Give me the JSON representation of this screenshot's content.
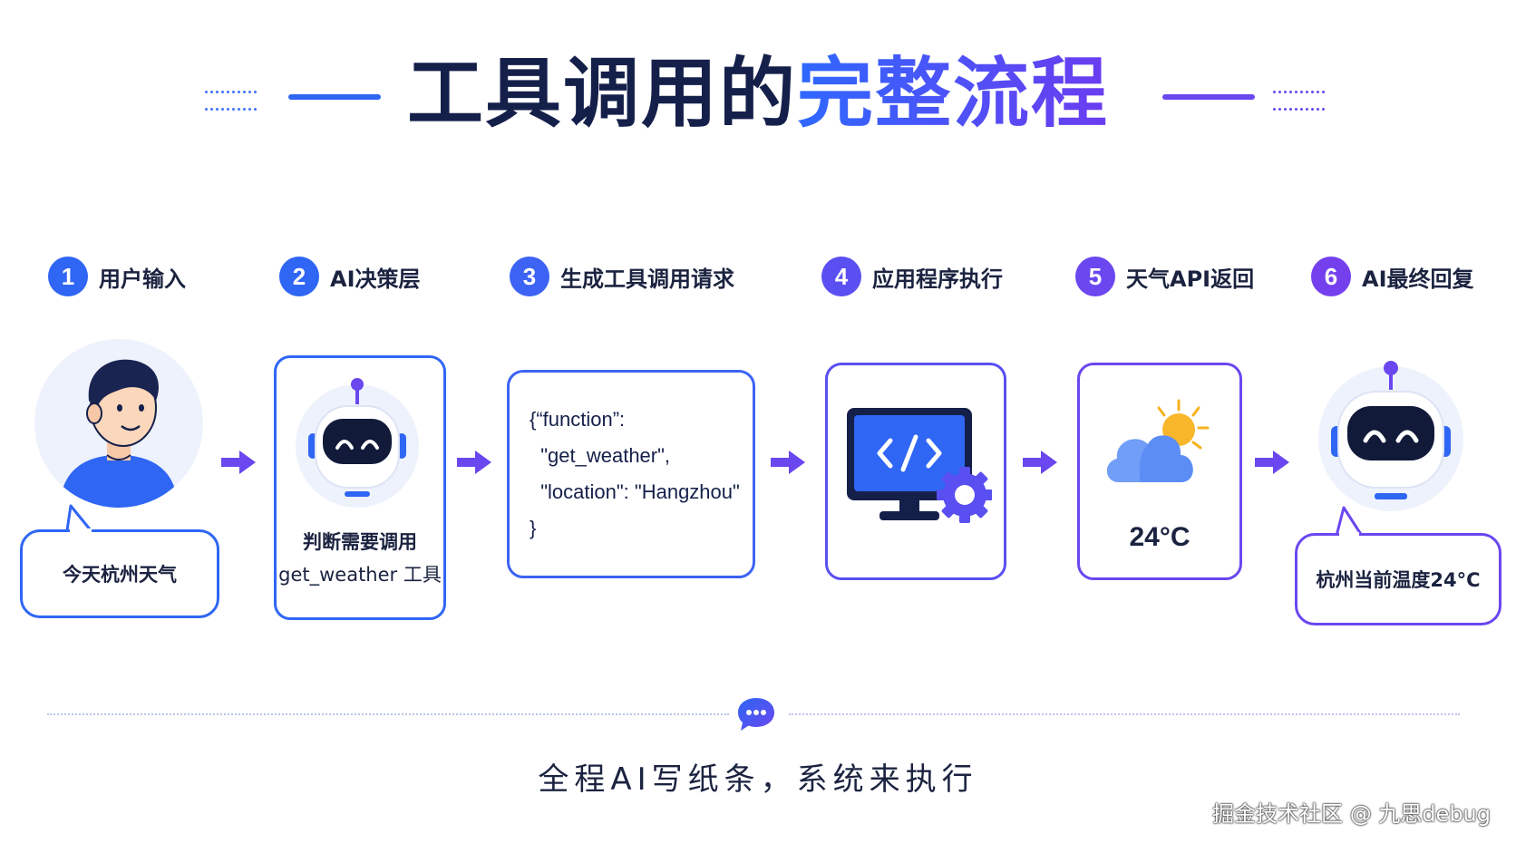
{
  "title": {
    "main": "工具调用的",
    "highlight": "完整流程"
  },
  "steps": [
    {
      "num": "1",
      "label": "用户输入",
      "color": "#2f66f4"
    },
    {
      "num": "2",
      "label": "AI决策层",
      "color": "#2f66f4"
    },
    {
      "num": "3",
      "label": "生成工具调用请求",
      "color": "#3d63f4"
    },
    {
      "num": "4",
      "label": "应用程序执行",
      "color": "#5a4ff0"
    },
    {
      "num": "5",
      "label": "天气API返回",
      "color": "#6a47ef"
    },
    {
      "num": "6",
      "label": "AI最终回复",
      "color": "#7440ee"
    }
  ],
  "user_bubble": "今天杭州天气",
  "ai_decision": {
    "line1": "判断需要调用",
    "line2": "get_weather 工具"
  },
  "code": {
    "line1": "{“function”:",
    "line2": "  \"get_weather\",",
    "line3": "  \"location\": \"Hangzhou\"",
    "line4": "}"
  },
  "weather_temp": "24°C",
  "final_bubble": "杭州当前温度24°C",
  "footer": "全程AI写纸条，系统来执行",
  "watermark": "掘金技术社区 @ 九思debug",
  "colors": {
    "blue": "#2f66f4",
    "purple": "#6a47ef",
    "navy": "#15204a"
  }
}
